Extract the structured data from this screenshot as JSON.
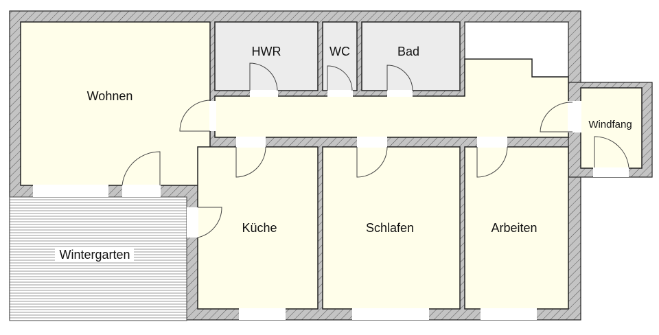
{
  "plan": {
    "rooms": {
      "wohnen": "Wohnen",
      "hwr": "HWR",
      "wc": "WC",
      "bad": "Bad",
      "windfang": "Windfang",
      "kueche": "Küche",
      "schlafen": "Schlafen",
      "arbeiten": "Arbeiten",
      "wintergarten": "Wintergarten"
    },
    "colors": {
      "living_fill": "#fffeea",
      "wet_fill": "#ececec",
      "wall_fill": "#c4c4c4"
    }
  }
}
